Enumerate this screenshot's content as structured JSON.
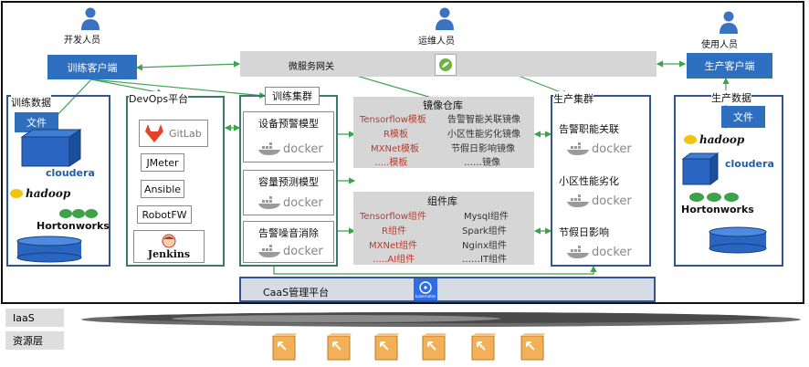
{
  "roles": {
    "dev": "开发人员",
    "ops": "运维人员",
    "user": "使用人员"
  },
  "train_client": "训练客户端",
  "prod_client": "生产客户端",
  "gateway": "微服务网关",
  "train_data": {
    "title": "训练数据",
    "file": "文件",
    "cloudera": "cloudera",
    "hadoop": "hadoop",
    "hortonworks": "Hortonworks"
  },
  "devops": {
    "title": "DevOps平台",
    "gitlab": "GitLab",
    "jmeter": "JMeter",
    "ansible": "Ansible",
    "robotfw": "RobotFW",
    "jenkins": "Jenkins"
  },
  "train_cluster": {
    "title": "训练集群",
    "models": [
      "设备预警模型",
      "容量预测模型",
      "告警噪音消除"
    ],
    "docker": "docker"
  },
  "image_repo": {
    "title": "镜像仓库",
    "left": [
      "Tensorflow模板",
      "R模板",
      "MXNet模板",
      "…..模板"
    ],
    "right": [
      "告警智能关联镜像",
      "小区性能劣化镜像",
      "节假日影响镜像",
      "……镜像"
    ]
  },
  "component_repo": {
    "title": "组件库",
    "left": [
      "Tensorflow组件",
      "R组件",
      "MXNet组件",
      "…..AI组件"
    ],
    "right": [
      "Mysql组件",
      "Spark组件",
      "Nginx组件",
      "……IT组件"
    ]
  },
  "prod_cluster": {
    "title": "生产集群",
    "items": [
      "告警职能关联",
      "小区性能劣化",
      "节假日影响"
    ],
    "docker": "docker"
  },
  "prod_data": {
    "title": "生产数据",
    "file": "文件",
    "hadoop": "hadoop",
    "cloudera": "cloudera",
    "hortonworks": "Hortonworks"
  },
  "caas": {
    "title": "CaaS管理平台",
    "k8s": "kubernetes"
  },
  "layers": {
    "iaas": "IaaS",
    "resource": "资源层"
  },
  "colors": {
    "blue": "#2f6fc0",
    "green": "#3da34a",
    "red": "#c0392b",
    "panel": "#d6d6d6"
  }
}
